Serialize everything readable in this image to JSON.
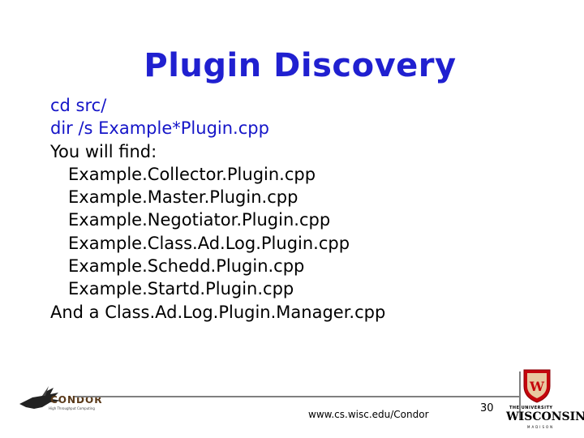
{
  "slide": {
    "title": "Plugin Discovery",
    "lines": [
      {
        "text": "cd src/",
        "style": "blue"
      },
      {
        "text": "dir /s Example*Plugin.cpp",
        "style": "blue"
      },
      {
        "text": "You will find:",
        "style": "normal"
      },
      {
        "text": "Example.Collector.Plugin.cpp",
        "style": "indent"
      },
      {
        "text": "Example.Master.Plugin.cpp",
        "style": "indent"
      },
      {
        "text": "Example.Negotiator.Plugin.cpp",
        "style": "indent"
      },
      {
        "text": "Example.Class.Ad.Log.Plugin.cpp",
        "style": "indent"
      },
      {
        "text": "Example.Schedd.Plugin.cpp",
        "style": "indent"
      },
      {
        "text": "Example.Startd.Plugin.cpp",
        "style": "indent"
      },
      {
        "text": "And a Class.Ad.Log.Plugin.Manager.cpp",
        "style": "normal"
      }
    ]
  },
  "footer": {
    "url": "www.cs.wisc.edu/Condor",
    "page_number": "30",
    "condor_logo_text": "CONDOR",
    "condor_tagline": "High Throughput Computing",
    "uw_the": "THE UNIVERSITY",
    "uw_name": "WISCONSIN",
    "uw_city": "MADISON"
  },
  "colors": {
    "title": "#2020d0",
    "command_text": "#1515c8",
    "body_text": "#000000",
    "uw_red": "#c5050c",
    "rule": "#808080"
  },
  "icons": [
    "condor-bird-logo-icon",
    "uw-crest-icon"
  ]
}
